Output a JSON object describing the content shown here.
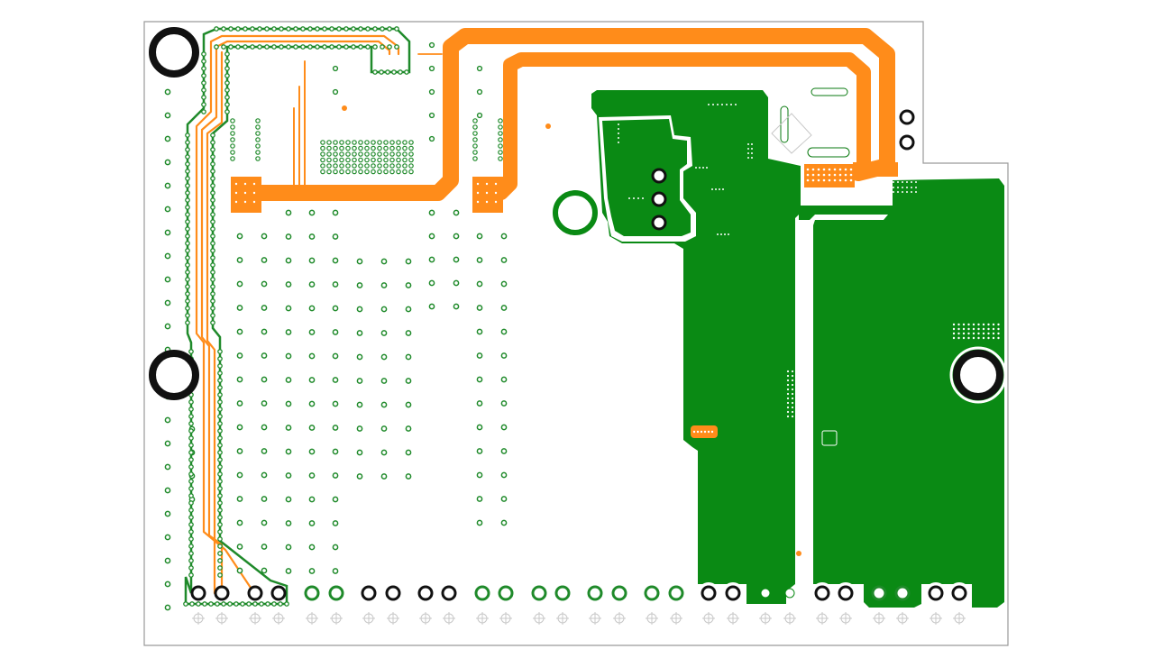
{
  "view": {
    "kind": "pcb-layout",
    "layers_shown": [
      "copper-pour",
      "routed-traces",
      "vias",
      "through-hole-pads",
      "mounting-holes",
      "board-outline"
    ]
  },
  "colors": {
    "background": "#ffffff",
    "board_outline": "#9a9a9a",
    "copper_pour": "#0a8a14",
    "copper_dark": "#0a7a10",
    "trace": "#ff8c1a",
    "via_ring": "#1f8a2a",
    "pad_ring_black": "#111111",
    "hole_fill": "#ffffff",
    "silk": "#c8c8c8"
  },
  "components": {
    "mounting_holes": 3,
    "header_pads_bottom": 32,
    "connector_pads_right": 2
  }
}
